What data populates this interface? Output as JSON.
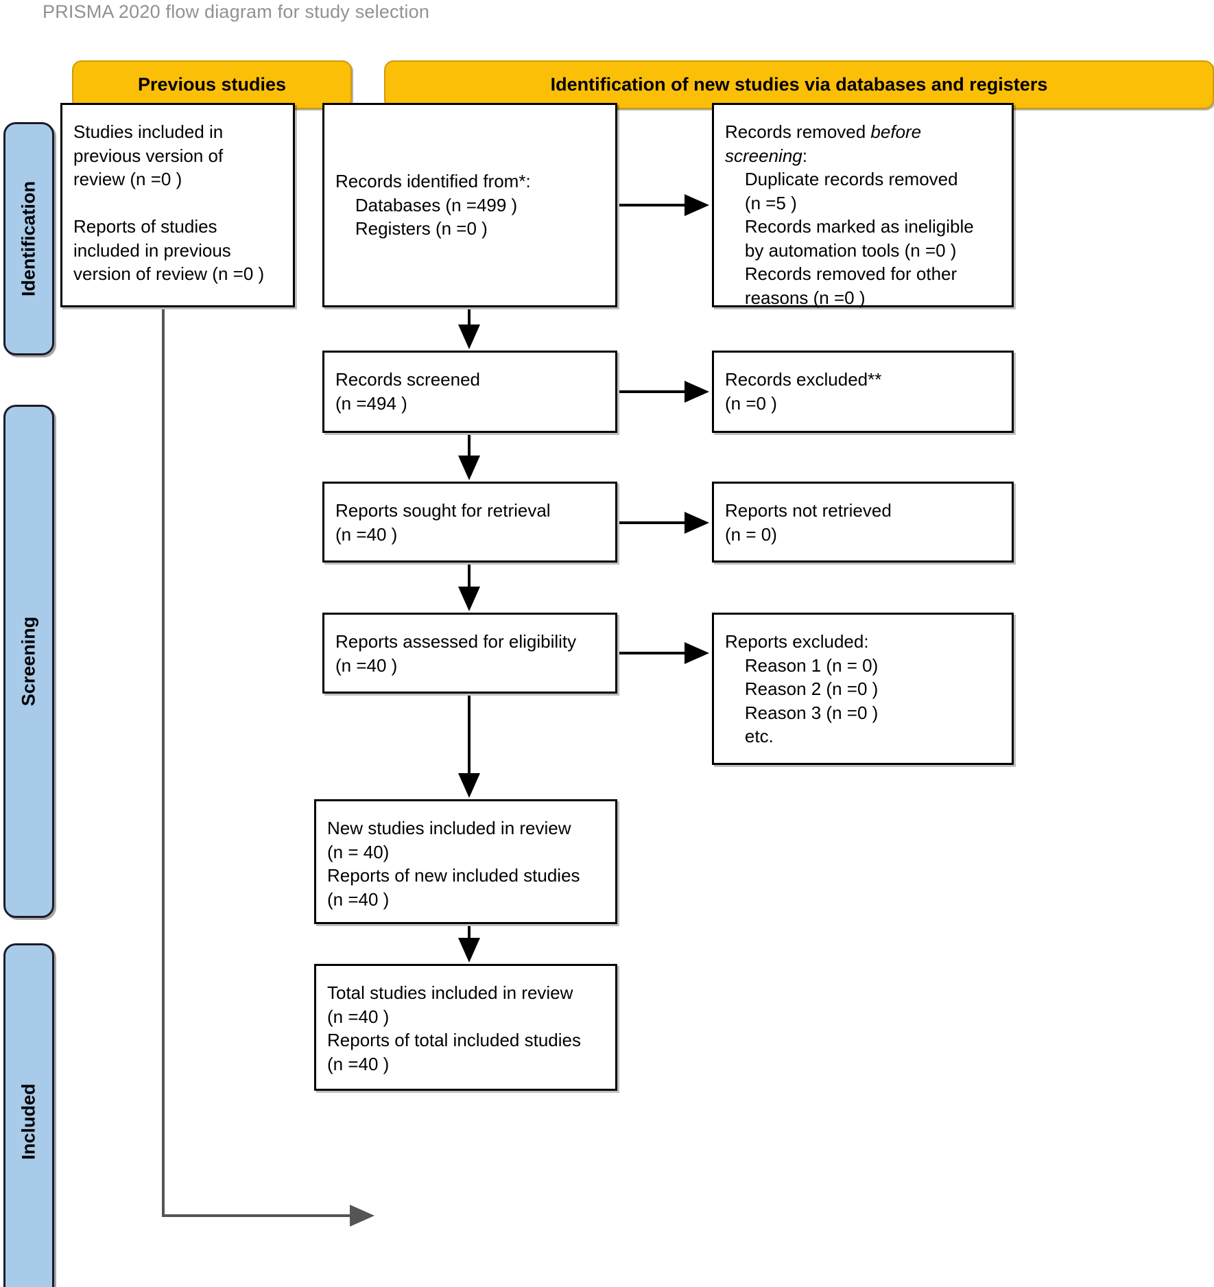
{
  "title": "PRISMA 2020 flow diagram for study selection",
  "colors": {
    "header_fill": "#FCBF08",
    "header_border": "#D09A06",
    "stage_fill": "#A8CBEA",
    "stage_border": "#1B1B28",
    "box_border": "#000000",
    "title_text": "#919191",
    "connector": "#000000",
    "connector_gray": "#555555"
  },
  "headers": {
    "previous": "Previous studies",
    "identification": "Identification of new studies via databases and registers"
  },
  "stages": [
    {
      "id": "identification",
      "label": "Identification"
    },
    {
      "id": "screening",
      "label": "Screening"
    },
    {
      "id": "included",
      "label": "Included"
    }
  ],
  "boxes": {
    "previous_studies": "Studies included in\nprevious version of\nreview (n =0 )\n\nReports of studies\nincluded in previous\nversion of review (n =0 )",
    "records_identified": "Records identified from*:\n    Databases (n =499 )\n    Registers (n =0 )",
    "records_removed_line1": "Records removed ",
    "records_removed_italic1": "before",
    "records_removed_italic2": "screening",
    "records_removed_rest": ":\n    Duplicate records removed\n    (n =5 )\n    Records marked as ineligible\n    by automation tools (n =0 )\n    Records removed for other\n    reasons (n =0 )",
    "records_screened": "Records screened\n(n =494 )",
    "records_excluded": "Records excluded**\n(n =0 )",
    "reports_sought": "Reports sought for retrieval\n(n =40 )",
    "reports_not_retrieved": "Reports not retrieved\n(n = 0)",
    "reports_assessed": "Reports assessed for eligibility\n(n =40 )",
    "reports_excluded": "Reports excluded:\n    Reason 1 (n = 0)\n    Reason 2 (n =0 )\n    Reason 3 (n =0 )\n    etc.",
    "new_studies": "New studies included in review\n(n = 40)\nReports of new included studies\n(n =40 )",
    "total_studies": "Total studies included in review\n(n =40 )\nReports of total included studies\n(n =40 )"
  },
  "chart_data": {
    "type": "diagram",
    "title": "PRISMA 2020 flow diagram for study selection",
    "nodes": [
      {
        "id": "previous_studies",
        "stage": "Identification",
        "column": "previous",
        "studies_included_previous_version": 0,
        "reports_of_studies_previous_version": 0
      },
      {
        "id": "records_identified",
        "stage": "Identification",
        "column": "new",
        "databases": 499,
        "registers": 0
      },
      {
        "id": "records_removed_before_screening",
        "stage": "Identification",
        "column": "exclusion",
        "duplicate_records_removed": 5,
        "marked_ineligible_by_automation": 0,
        "removed_other_reasons": 0
      },
      {
        "id": "records_screened",
        "stage": "Screening",
        "column": "new",
        "n": 494
      },
      {
        "id": "records_excluded",
        "stage": "Screening",
        "column": "exclusion",
        "n": 0
      },
      {
        "id": "reports_sought_for_retrieval",
        "stage": "Screening",
        "column": "new",
        "n": 40
      },
      {
        "id": "reports_not_retrieved",
        "stage": "Screening",
        "column": "exclusion",
        "n": 0
      },
      {
        "id": "reports_assessed_for_eligibility",
        "stage": "Screening",
        "column": "new",
        "n": 40
      },
      {
        "id": "reports_excluded",
        "stage": "Screening",
        "column": "exclusion",
        "reason_1": 0,
        "reason_2": 0,
        "reason_3": 0
      },
      {
        "id": "new_studies_included",
        "stage": "Included",
        "column": "new",
        "new_studies": 40,
        "reports_of_new_studies": 40
      },
      {
        "id": "total_studies_included",
        "stage": "Included",
        "column": "new",
        "total_studies": 40,
        "reports_of_total_studies": 40
      }
    ],
    "edges": [
      {
        "from": "records_identified",
        "to": "records_removed_before_screening"
      },
      {
        "from": "records_identified",
        "to": "records_screened"
      },
      {
        "from": "records_screened",
        "to": "records_excluded"
      },
      {
        "from": "records_screened",
        "to": "reports_sought_for_retrieval"
      },
      {
        "from": "reports_sought_for_retrieval",
        "to": "reports_not_retrieved"
      },
      {
        "from": "reports_sought_for_retrieval",
        "to": "reports_assessed_for_eligibility"
      },
      {
        "from": "reports_assessed_for_eligibility",
        "to": "reports_excluded"
      },
      {
        "from": "reports_assessed_for_eligibility",
        "to": "new_studies_included"
      },
      {
        "from": "new_studies_included",
        "to": "total_studies_included"
      },
      {
        "from": "previous_studies",
        "to": "total_studies_included"
      }
    ]
  }
}
